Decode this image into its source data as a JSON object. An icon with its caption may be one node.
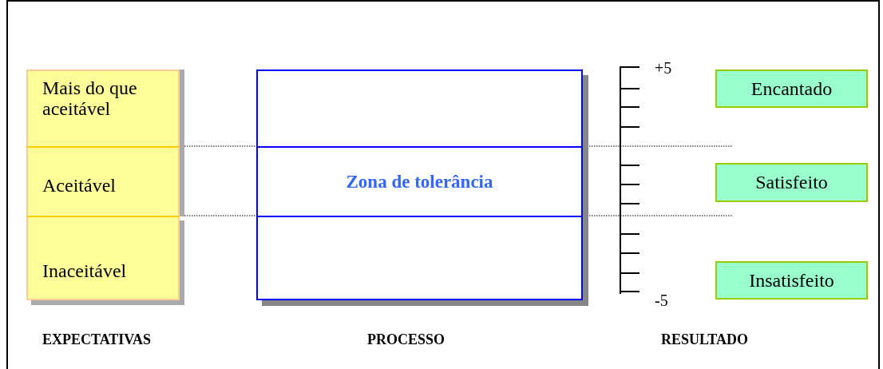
{
  "diagram": {
    "nodes": [
      {
        "text": [
          "Mais do que aceitável"
        ]
      },
      {
        "text": [
          "Aceitável"
        ]
      },
      {
        "text": [
          "Inaceitável"
        ]
      },
      {
        "text": [],
        "shape": "box"
      },
      {
        "text": [
          "Zona de tolerância"
        ],
        "in": 3
      },
      {
        "text": [
          "Encantado"
        ]
      },
      {
        "text": [
          "Satisfeito"
        ]
      },
      {
        "text": [
          "Insatisfeito"
        ]
      }
    ],
    "labels": [
      "+5",
      "-5",
      "EXPECTATIVAS",
      "PROCESSO",
      "RESULTADO"
    ]
  }
}
